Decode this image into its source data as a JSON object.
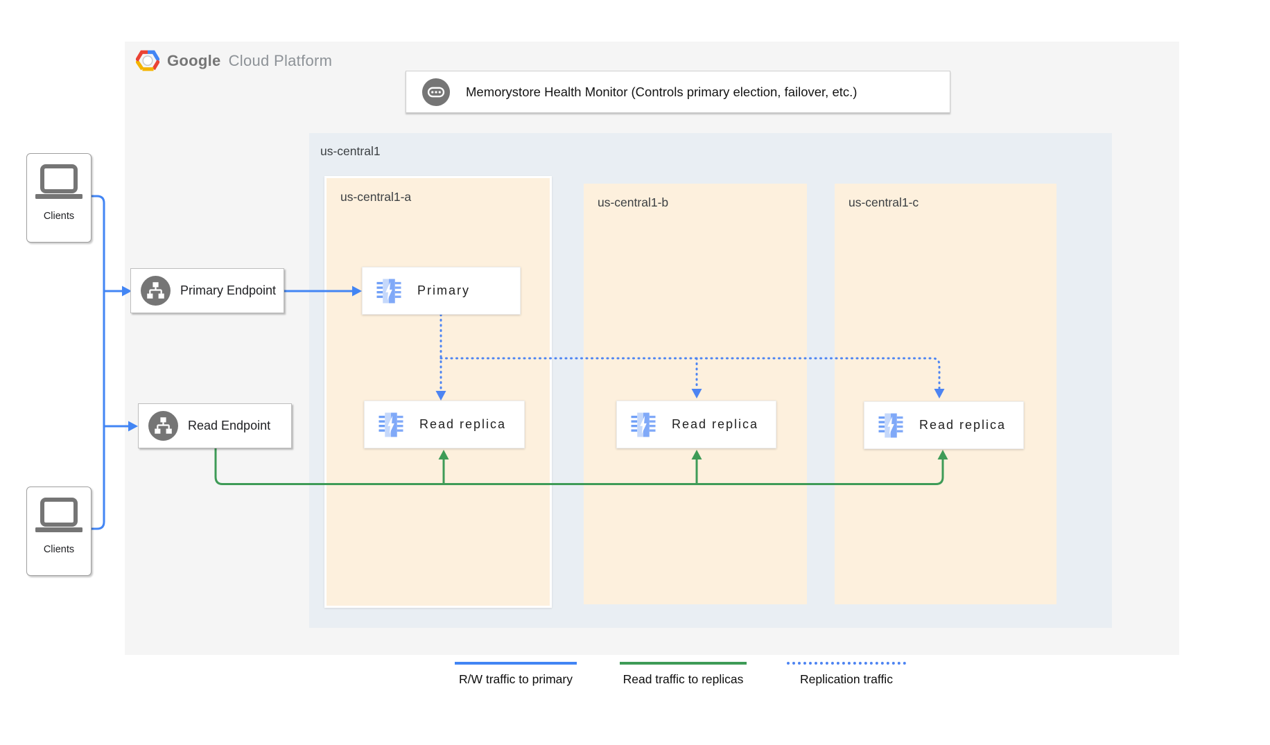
{
  "brand": {
    "bold": "Google",
    "light": "Cloud Platform"
  },
  "health_monitor": {
    "label": "Memorystore Health Monitor (Controls primary election, failover, etc.)"
  },
  "region": {
    "label": "us-central1",
    "zones": [
      {
        "label": "us-central1-a"
      },
      {
        "label": "us-central1-b"
      },
      {
        "label": "us-central1-c"
      }
    ]
  },
  "clients": {
    "top": "Clients",
    "bottom": "Clients"
  },
  "endpoints": {
    "primary": "Primary Endpoint",
    "read": "Read Endpoint"
  },
  "nodes": {
    "primary": "Primary",
    "replica_a": "Read replica",
    "replica_b": "Read replica",
    "replica_c": "Read replica"
  },
  "legend": {
    "items": [
      {
        "label": "R/W traffic to primary",
        "style": "solid",
        "color": "#4285f4"
      },
      {
        "label": "Read traffic to replicas",
        "style": "solid",
        "color": "#3e9b57"
      },
      {
        "label": "Replication traffic",
        "style": "dotted",
        "color": "#4d84f2"
      }
    ]
  },
  "icons": {
    "brand": "gcp-hexagon-icon",
    "health": "chat-ellipsis-icon",
    "endpoint": "network-endpoint-icon",
    "node": "memorystore-chip-icon",
    "client": "laptop-icon"
  },
  "colors": {
    "rw_traffic": "#4285f4",
    "read_traffic": "#3e9b57",
    "replication": "#4d84f2",
    "panel_bg": "#f5f5f5",
    "region_bg": "#e9eef3",
    "zone_bg": "#fdf0dd",
    "icon_gray": "#757575",
    "brand_red": "#ea4335",
    "brand_blue": "#4285f4",
    "brand_yellow": "#f4b400"
  }
}
